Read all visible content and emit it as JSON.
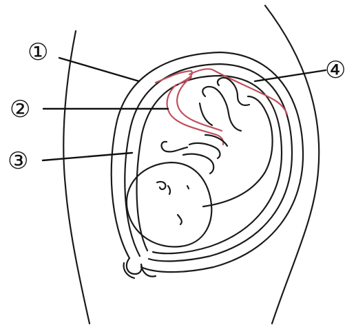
{
  "diagram": {
    "labels": [
      {
        "id": "1",
        "text": "①"
      },
      {
        "id": "2",
        "text": "②"
      },
      {
        "id": "3",
        "text": "③"
      },
      {
        "id": "4",
        "text": "④"
      }
    ],
    "colors": {
      "line": "#1a1a1a",
      "accent": "#c0505e",
      "background": "#ffffff"
    }
  }
}
